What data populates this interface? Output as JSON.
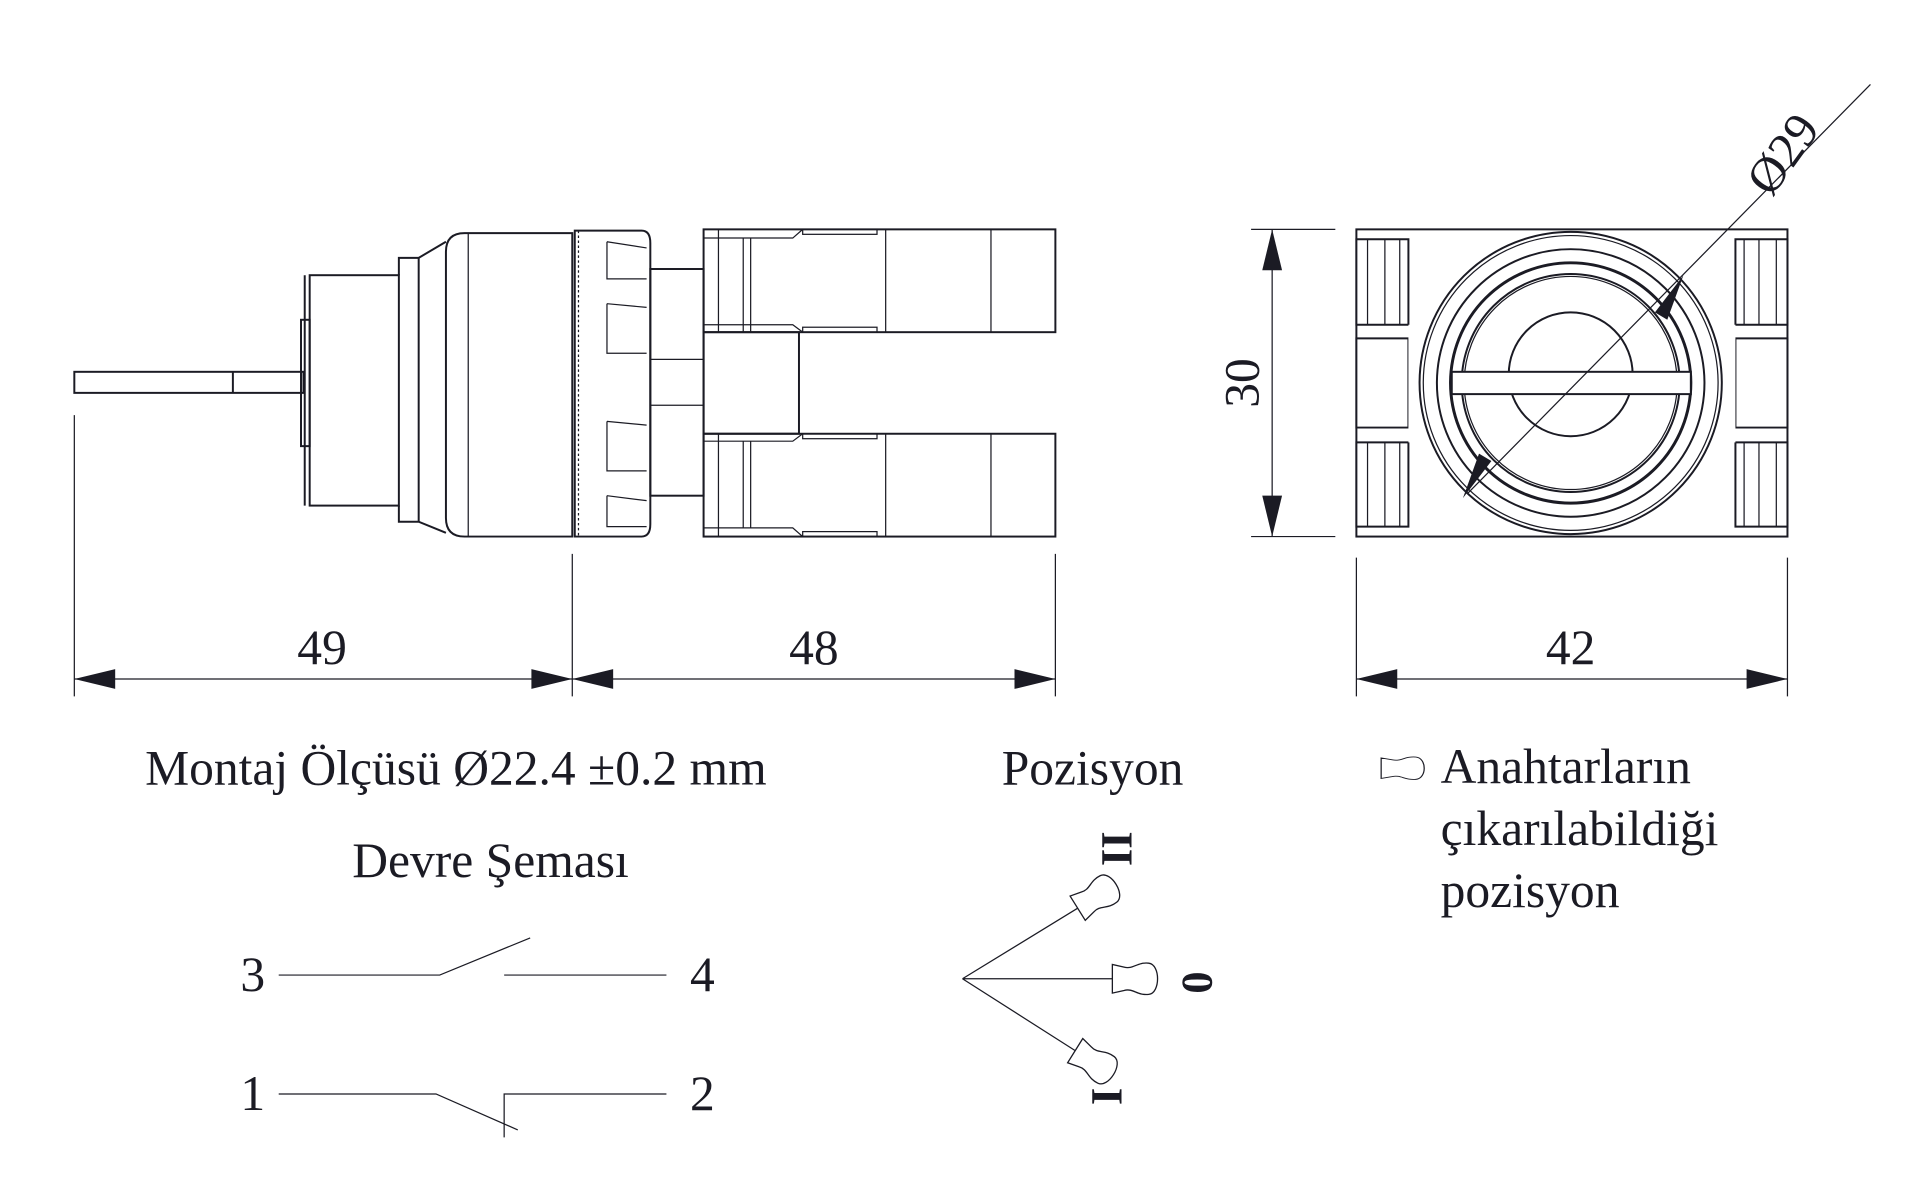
{
  "dimensions": {
    "side_length_a": "49",
    "side_length_b": "48",
    "front_height": "30",
    "front_width": "42",
    "diameter": "Ø29"
  },
  "mounting_text": "Montaj Ölçüsü Ø22.4 ±0.2 mm",
  "circuit": {
    "title": "Devre Şeması",
    "terminals": [
      "3",
      "4",
      "1",
      "2"
    ]
  },
  "position": {
    "title": "Pozisyon",
    "labels": [
      "II",
      "0",
      "I"
    ]
  },
  "legend": {
    "icon": "key-icon",
    "lines": [
      "Anahtarların",
      "çıkarılabildiği",
      "pozisyon"
    ]
  },
  "colors": {
    "ink": "#1b1b24",
    "background": "#ffffff"
  }
}
